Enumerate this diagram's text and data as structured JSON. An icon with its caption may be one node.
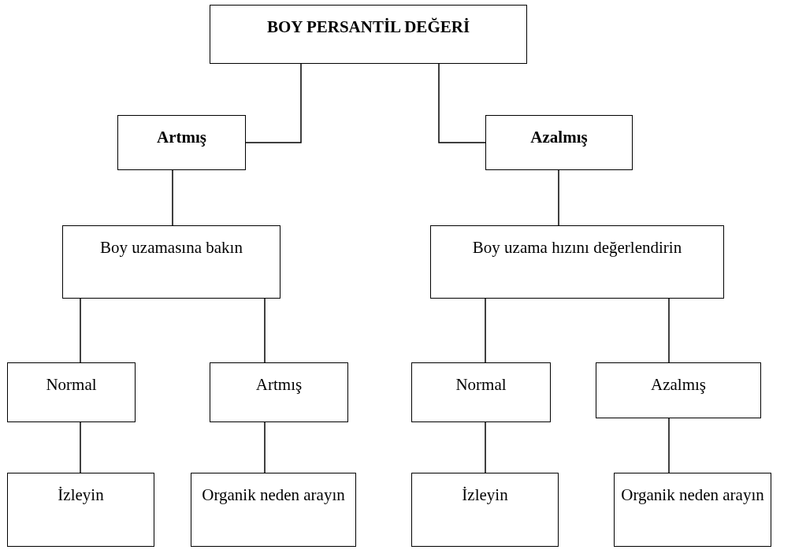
{
  "diagram": {
    "nodes": [
      {
        "text": [
          "BOY PERSANTİL DEĞERİ"
        ]
      },
      {
        "text": [
          "Artmış"
        ]
      },
      {
        "text": [
          "Azalmış"
        ]
      },
      {
        "text": [
          "Boy uzamasına bakın"
        ]
      },
      {
        "text": [
          "Boy uzama hızını değerlendirin"
        ]
      },
      {
        "text": [
          "Normal"
        ]
      },
      {
        "text": [
          "Artmış"
        ]
      },
      {
        "text": [
          "Normal"
        ]
      },
      {
        "text": [
          "Azalmış"
        ]
      },
      {
        "text": [
          "İzleyin"
        ]
      },
      {
        "text": [
          "Organik neden arayın"
        ]
      },
      {
        "text": [
          "İzleyin"
        ]
      },
      {
        "text": [
          "Organik neden arayın"
        ]
      }
    ],
    "edges": [
      {
        "from": 0,
        "to": 1,
        "arrow": "none"
      },
      {
        "from": 0,
        "to": 2,
        "arrow": "none"
      },
      {
        "from": 1,
        "to": 3,
        "arrow": "none"
      },
      {
        "from": 2,
        "to": 4,
        "arrow": "none"
      },
      {
        "from": 3,
        "to": 5,
        "arrow": "none"
      },
      {
        "from": 3,
        "to": 6,
        "arrow": "none"
      },
      {
        "from": 4,
        "to": 7,
        "arrow": "none"
      },
      {
        "from": 4,
        "to": 8,
        "arrow": "none"
      },
      {
        "from": 5,
        "to": 9,
        "arrow": "none"
      },
      {
        "from": 6,
        "to": 10,
        "arrow": "none"
      },
      {
        "from": 7,
        "to": 11,
        "arrow": "none"
      },
      {
        "from": 8,
        "to": 12,
        "arrow": "none"
      }
    ]
  }
}
